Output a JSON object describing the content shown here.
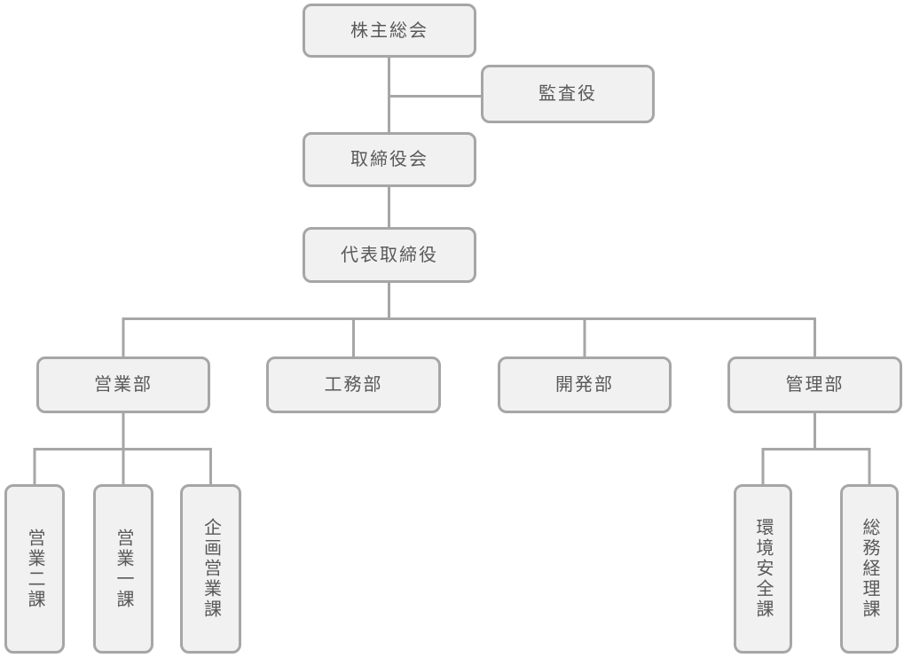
{
  "diagram": {
    "type": "org-chart",
    "colors": {
      "box_fill": "#f1f1f1",
      "box_border": "#a6a6a6",
      "connector": "#a6a6a6",
      "text": "#595959"
    },
    "nodes": {
      "shareholders_meeting": {
        "label": "株主総会"
      },
      "auditor": {
        "label": "監査役"
      },
      "board_of_directors": {
        "label": "取締役会"
      },
      "representative_director": {
        "label": "代表取締役"
      },
      "sales_dept": {
        "label": "営業部"
      },
      "engineering_dept": {
        "label": "工務部"
      },
      "development_dept": {
        "label": "開発部"
      },
      "admin_dept": {
        "label": "管理部"
      },
      "sales_section_2": {
        "label": "営業二課"
      },
      "sales_section_1": {
        "label": "営業一課"
      },
      "planning_sales_section": {
        "label": "企画営業課"
      },
      "environment_safety_section": {
        "label": "環境安全課"
      },
      "general_affairs_accounting_section": {
        "label": "総務経理課"
      }
    },
    "edges": [
      {
        "from": "shareholders_meeting",
        "to": "auditor"
      },
      {
        "from": "shareholders_meeting",
        "to": "board_of_directors"
      },
      {
        "from": "board_of_directors",
        "to": "representative_director"
      },
      {
        "from": "representative_director",
        "to": "sales_dept"
      },
      {
        "from": "representative_director",
        "to": "engineering_dept"
      },
      {
        "from": "representative_director",
        "to": "development_dept"
      },
      {
        "from": "representative_director",
        "to": "admin_dept"
      },
      {
        "from": "sales_dept",
        "to": "sales_section_2"
      },
      {
        "from": "sales_dept",
        "to": "sales_section_1"
      },
      {
        "from": "sales_dept",
        "to": "planning_sales_section"
      },
      {
        "from": "admin_dept",
        "to": "environment_safety_section"
      },
      {
        "from": "admin_dept",
        "to": "general_affairs_accounting_section"
      }
    ]
  }
}
